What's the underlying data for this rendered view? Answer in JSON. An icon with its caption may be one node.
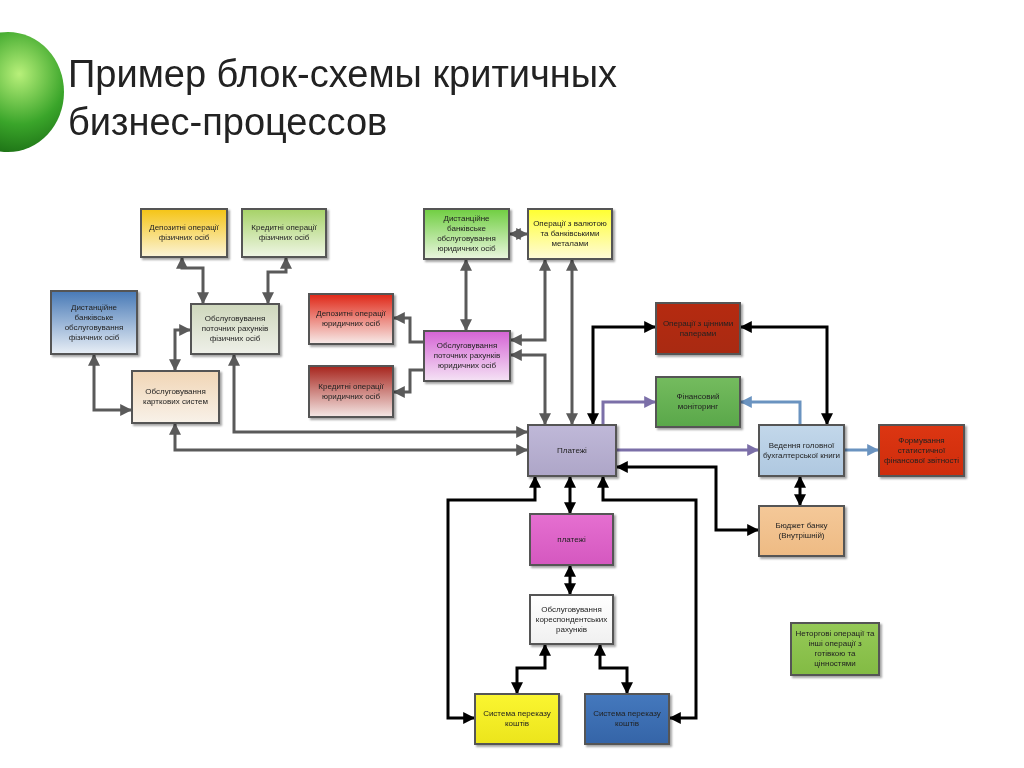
{
  "diagram": {
    "title": "Пример блок-схемы критичных бизнес-процессов",
    "nodes": [
      {
        "text": [
          "Депозитні операції фізичних осіб"
        ]
      },
      {
        "text": [
          "Кредитні операції фізичних осіб"
        ]
      },
      {
        "text": [
          "Дистанційне банківське обслуговування фізичних осіб"
        ]
      },
      {
        "text": [
          "Обслуговування поточних рахунків фізичних осіб"
        ]
      },
      {
        "text": [
          "Обслуговування карткових систем"
        ]
      },
      {
        "text": [
          "Дистанційне банківське обслуговування юридичних осіб"
        ]
      },
      {
        "text": [
          "Операції з валютою та банківськими металами"
        ]
      },
      {
        "text": [
          "Депозитні операції юридичних осіб"
        ]
      },
      {
        "text": [
          "Кредитні операції юридичних осіб"
        ]
      },
      {
        "text": [
          "Обслуговування поточних рахунків юридичних осіб"
        ]
      },
      {
        "text": [
          "Операції з цінними паперами"
        ]
      },
      {
        "text": [
          "Фінансовий моніторинг"
        ]
      },
      {
        "text": [
          "Платежі"
        ]
      },
      {
        "text": [
          "Ведення головної бухгалтерської книги"
        ]
      },
      {
        "text": [
          "Формування статистичної фінансової звітності"
        ]
      },
      {
        "text": [
          "Бюджет банку (Внутрішній)"
        ]
      },
      {
        "text": [
          "платежі"
        ]
      },
      {
        "text": [
          "Обслуговування кореспондентських рахунків"
        ]
      },
      {
        "text": [
          "Система переказу коштів"
        ]
      },
      {
        "text": [
          "Система переказу коштів"
        ]
      },
      {
        "text": [
          "Неторгові операції та інші операції з готівкою та цінностями"
        ]
      }
    ],
    "edges": [
      {
        "from": 3,
        "to": 0,
        "arrow": "both"
      },
      {
        "from": 3,
        "to": 1,
        "arrow": "both"
      },
      {
        "from": 4,
        "to": 3,
        "arrow": "both"
      },
      {
        "from": 4,
        "to": 2,
        "arrow": "both"
      },
      {
        "from": 12,
        "to": 3,
        "arrow": "both"
      },
      {
        "from": 12,
        "to": 4,
        "arrow": "both"
      },
      {
        "from": 9,
        "to": 5,
        "arrow": "both"
      },
      {
        "from": 5,
        "to": 6,
        "arrow": "both"
      },
      {
        "from": 9,
        "to": 7,
        "arrow": "to"
      },
      {
        "from": 9,
        "to": 8,
        "arrow": "to"
      },
      {
        "from": 6,
        "to": 9,
        "arrow": "both"
      },
      {
        "from": 9,
        "to": 12,
        "arrow": "both"
      },
      {
        "from": 12,
        "to": 6,
        "arrow": "both"
      },
      {
        "from": 12,
        "to": 10,
        "arrow": "both",
        "color": "#000000"
      },
      {
        "from": 13,
        "to": 10,
        "arrow": "both",
        "color": "#000000"
      },
      {
        "from": 12,
        "to": 11,
        "arrow": "to",
        "color": "#7b6fa8"
      },
      {
        "from": 13,
        "to": 11,
        "arrow": "to",
        "color": "#6a93c0"
      },
      {
        "from": 12,
        "to": 13,
        "arrow": "to",
        "color": "#7b6fa8"
      },
      {
        "from": 13,
        "to": 14,
        "arrow": "to",
        "color": "#6a93c0"
      },
      {
        "from": 13,
        "to": 15,
        "arrow": "both",
        "color": "#000000"
      },
      {
        "from": 15,
        "to": 12,
        "arrow": "both",
        "color": "#000000"
      },
      {
        "from": 12,
        "to": 16,
        "arrow": "both",
        "color": "#000000"
      },
      {
        "from": 16,
        "to": 17,
        "arrow": "both",
        "color": "#000000"
      },
      {
        "from": 12,
        "to": 18,
        "arrow": "both",
        "color": "#000000"
      },
      {
        "from": 12,
        "to": 19,
        "arrow": "both",
        "color": "#000000"
      },
      {
        "from": 17,
        "to": 18,
        "arrow": "both",
        "color": "#000000"
      },
      {
        "from": 17,
        "to": 19,
        "arrow": "both",
        "color": "#000000"
      }
    ]
  }
}
